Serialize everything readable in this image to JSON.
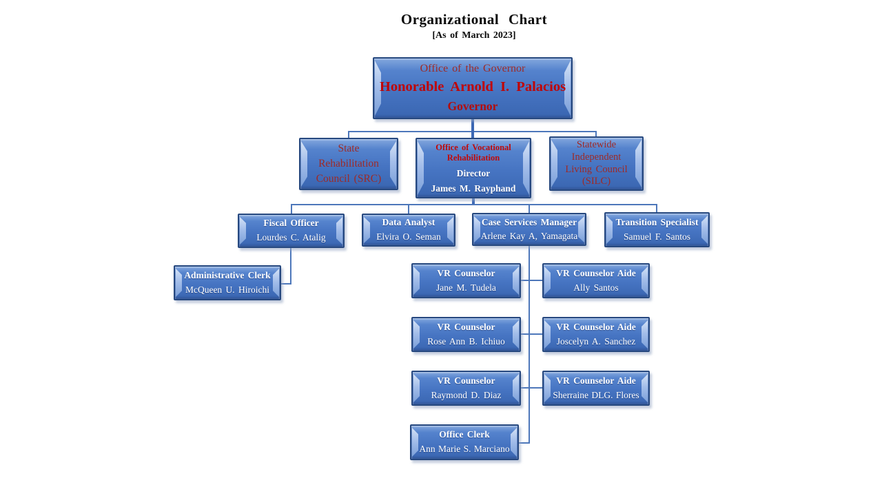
{
  "page": {
    "title": "Organizational Chart",
    "subtitle": "[As of March 2023]"
  },
  "colors": {
    "box_fill": "#4674c2",
    "box_border": "#26487f",
    "bevel_highlight": "#a9c2ec",
    "connector": "#4d77ba",
    "red_text": "#9e2a27",
    "bright_red_text": "#bf0b0b",
    "white_text": "#ffffff"
  },
  "nodes": {
    "governor": {
      "org": "Office of the Governor",
      "name": "Honorable Arnold I. Palacios",
      "title": "Governor"
    },
    "src": {
      "line1": "State",
      "line2": "Rehabilitation",
      "line3": "Council (SRC)"
    },
    "ovr": {
      "org_line1": "Office of Vocational",
      "org_line2": "Rehabilitation",
      "title": "Director",
      "name": "James M. Rayphand"
    },
    "silc": {
      "line1": "Statewide",
      "line2": "Independent",
      "line3": "Living Council",
      "line4": "(SILC)"
    },
    "fiscal_officer": {
      "title": "Fiscal Officer",
      "name": "Lourdes C. Atalig"
    },
    "data_analyst": {
      "title": "Data Analyst",
      "name": "Elvira O. Seman"
    },
    "case_services_manager": {
      "title": "Case Services Manager",
      "name": "Arlene Kay A, Yamagata"
    },
    "transition_specialist": {
      "title": "Transition Specialist",
      "name": "Samuel F. Santos"
    },
    "administrative_clerk": {
      "title": "Administrative Clerk",
      "name": "McQueen U. Hiroichi"
    },
    "vr_counselor_1": {
      "title": "VR Counselor",
      "name": "Jane M. Tudela"
    },
    "vr_counselor_aide_1": {
      "title": "VR Counselor Aide",
      "name": "Ally Santos"
    },
    "vr_counselor_2": {
      "title": "VR Counselor",
      "name": "Rose Ann B. Ichiuo"
    },
    "vr_counselor_aide_2": {
      "title": "VR Counselor Aide",
      "name": "Joscelyn A. Sanchez"
    },
    "vr_counselor_3": {
      "title": "VR Counselor",
      "name": "Raymond D. Diaz"
    },
    "vr_counselor_aide_3": {
      "title": "VR Counselor Aide",
      "name": "Sherraine DLG. Flores"
    },
    "office_clerk": {
      "title": "Office Clerk",
      "name": "Ann Marie S. Marciano"
    }
  }
}
